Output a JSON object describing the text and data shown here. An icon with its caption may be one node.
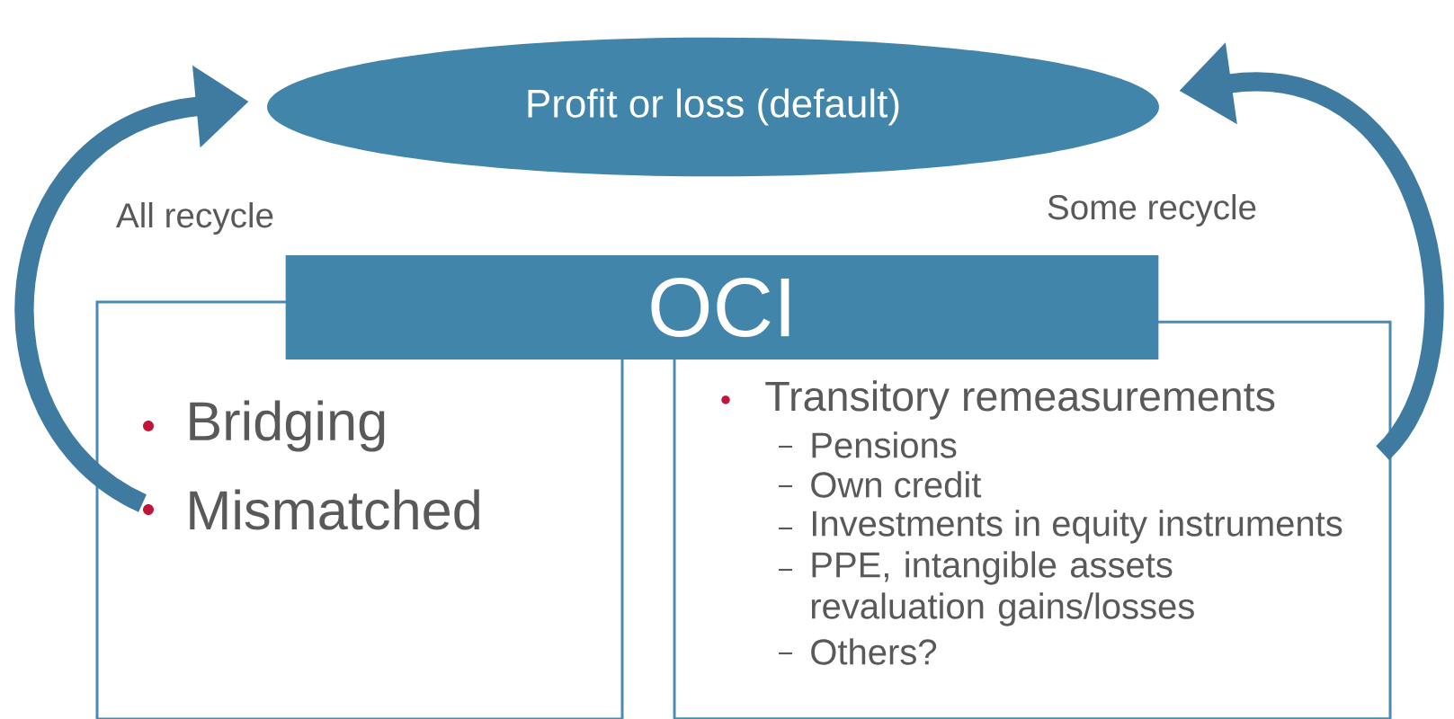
{
  "diagram": {
    "nodes": [
      {
        "text": [
          "Profit or loss (default)"
        ]
      },
      {
        "text": [
          "OCI"
        ]
      },
      {
        "text": [
          "Bridging",
          "Mismatched"
        ]
      },
      {
        "text": [
          "Transitory remeasurements",
          "Pensions",
          "Own credit",
          "Investments in equity instruments",
          "PPE, intangible assets revaluation gains/losses",
          "Others?"
        ]
      }
    ],
    "edges": [
      {
        "from": 2,
        "to": 0,
        "arrow": "to",
        "label": "All recycle"
      },
      {
        "from": 3,
        "to": 0,
        "arrow": "to",
        "label": "Some recycle"
      }
    ]
  }
}
